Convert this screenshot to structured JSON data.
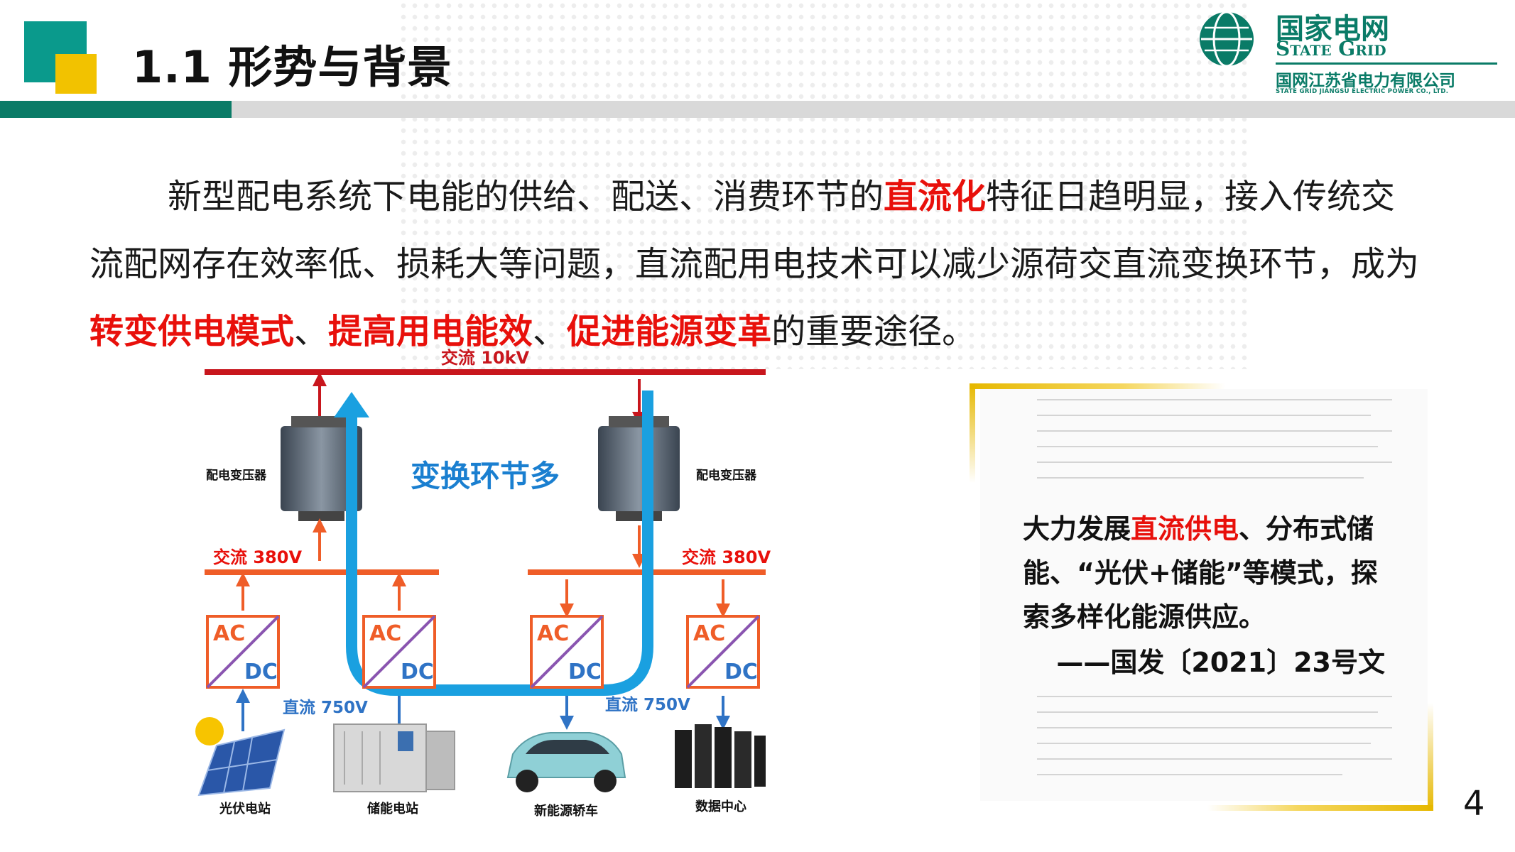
{
  "header": {
    "title": "1.1 形势与背景",
    "brand_cn": "国家电网",
    "brand_en": "State Grid",
    "company_cn": "国网江苏省电力有限公司",
    "company_en": "STATE GRID JIANGSU ELECTRIC POWER CO., LTD."
  },
  "paragraph": {
    "p1": "新型配电系统下电能的供给、配送、消费环节的",
    "hl1": "直流化",
    "p2": "特征日趋明显，接入传统交流配网存在效率低、损耗大等问题，直流配用电技术可以减少源荷交直流变换环节，成为",
    "hl2": "转变供电模式",
    "sep1": "、",
    "hl3": "提高用电能效",
    "sep2": "、",
    "hl4": "促进能源变革",
    "p3": "的重要途径。"
  },
  "diagram": {
    "ac10kv": "交流 10kV",
    "ac380_left": "交流 380V",
    "ac380_right": "交流 380V",
    "dc750_left": "直流 750V",
    "dc750_right": "直流 750V",
    "transformer_left": "配电变压器",
    "transformer_right": "配电变压器",
    "conversion_note": "变换环节多",
    "converter_ac": "AC",
    "converter_dc": "DC",
    "loads": [
      "光伏电站",
      "储能电站",
      "新能源轿车",
      "数据中心"
    ]
  },
  "quote": {
    "q1": "大力发展",
    "hl": "直流供电",
    "q2": "、分布式储能、“光伏+储能”等模式，探索多样化能源供应。",
    "source": "——国发〔2021〕23号文"
  },
  "page_number": "4",
  "colors": {
    "accent_teal": "#0a9a8c",
    "accent_yellow": "#f2c200",
    "brand_green": "#0a7b67",
    "highlight_red": "#e8100b",
    "bus_red": "#c8161d",
    "bus_orange": "#ef5d28",
    "dc_blue": "#1aa0e0"
  }
}
